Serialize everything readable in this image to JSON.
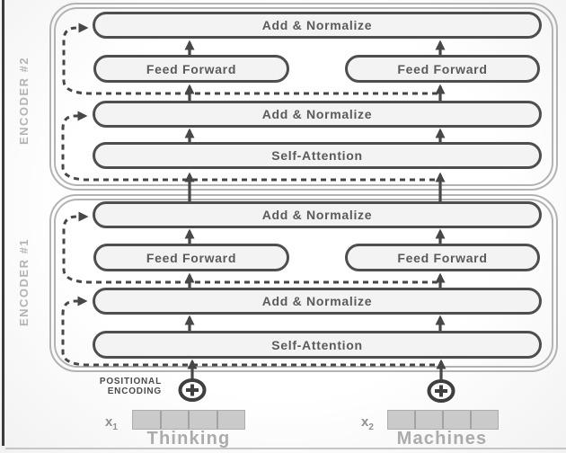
{
  "encoders": [
    {
      "name": "ENCODER #2",
      "blocks": {
        "add_normalize_top": "Add & Normalize",
        "feed_forward_left": "Feed Forward",
        "feed_forward_right": "Feed Forward",
        "add_normalize_mid": "Add & Normalize",
        "self_attention": "Self-Attention"
      }
    },
    {
      "name": "ENCODER #1",
      "blocks": {
        "add_normalize_top": "Add & Normalize",
        "feed_forward_left": "Feed Forward",
        "feed_forward_right": "Feed Forward",
        "add_normalize_mid": "Add & Normalize",
        "self_attention": "Self-Attention"
      }
    }
  ],
  "positional_encoding": {
    "line1": "POSITIONAL",
    "line2": "ENCODING"
  },
  "icons": {
    "plus_circle": "circle-plus"
  },
  "inputs": [
    {
      "symbol": "x",
      "subscript": "1",
      "word": "Thinking",
      "cells": 4
    },
    {
      "symbol": "x",
      "subscript": "2",
      "word": "Machines",
      "cells": 4
    }
  ],
  "colors": {
    "pill_border": "#4e4e4e",
    "pill_fill": "#f3f3f3",
    "arrow": "#474747",
    "encoder_box_border": "#b3b3b3",
    "encoder_label": "#b4b4b4",
    "muted_text": "#ababab",
    "cell_fill": "#cacaca"
  }
}
